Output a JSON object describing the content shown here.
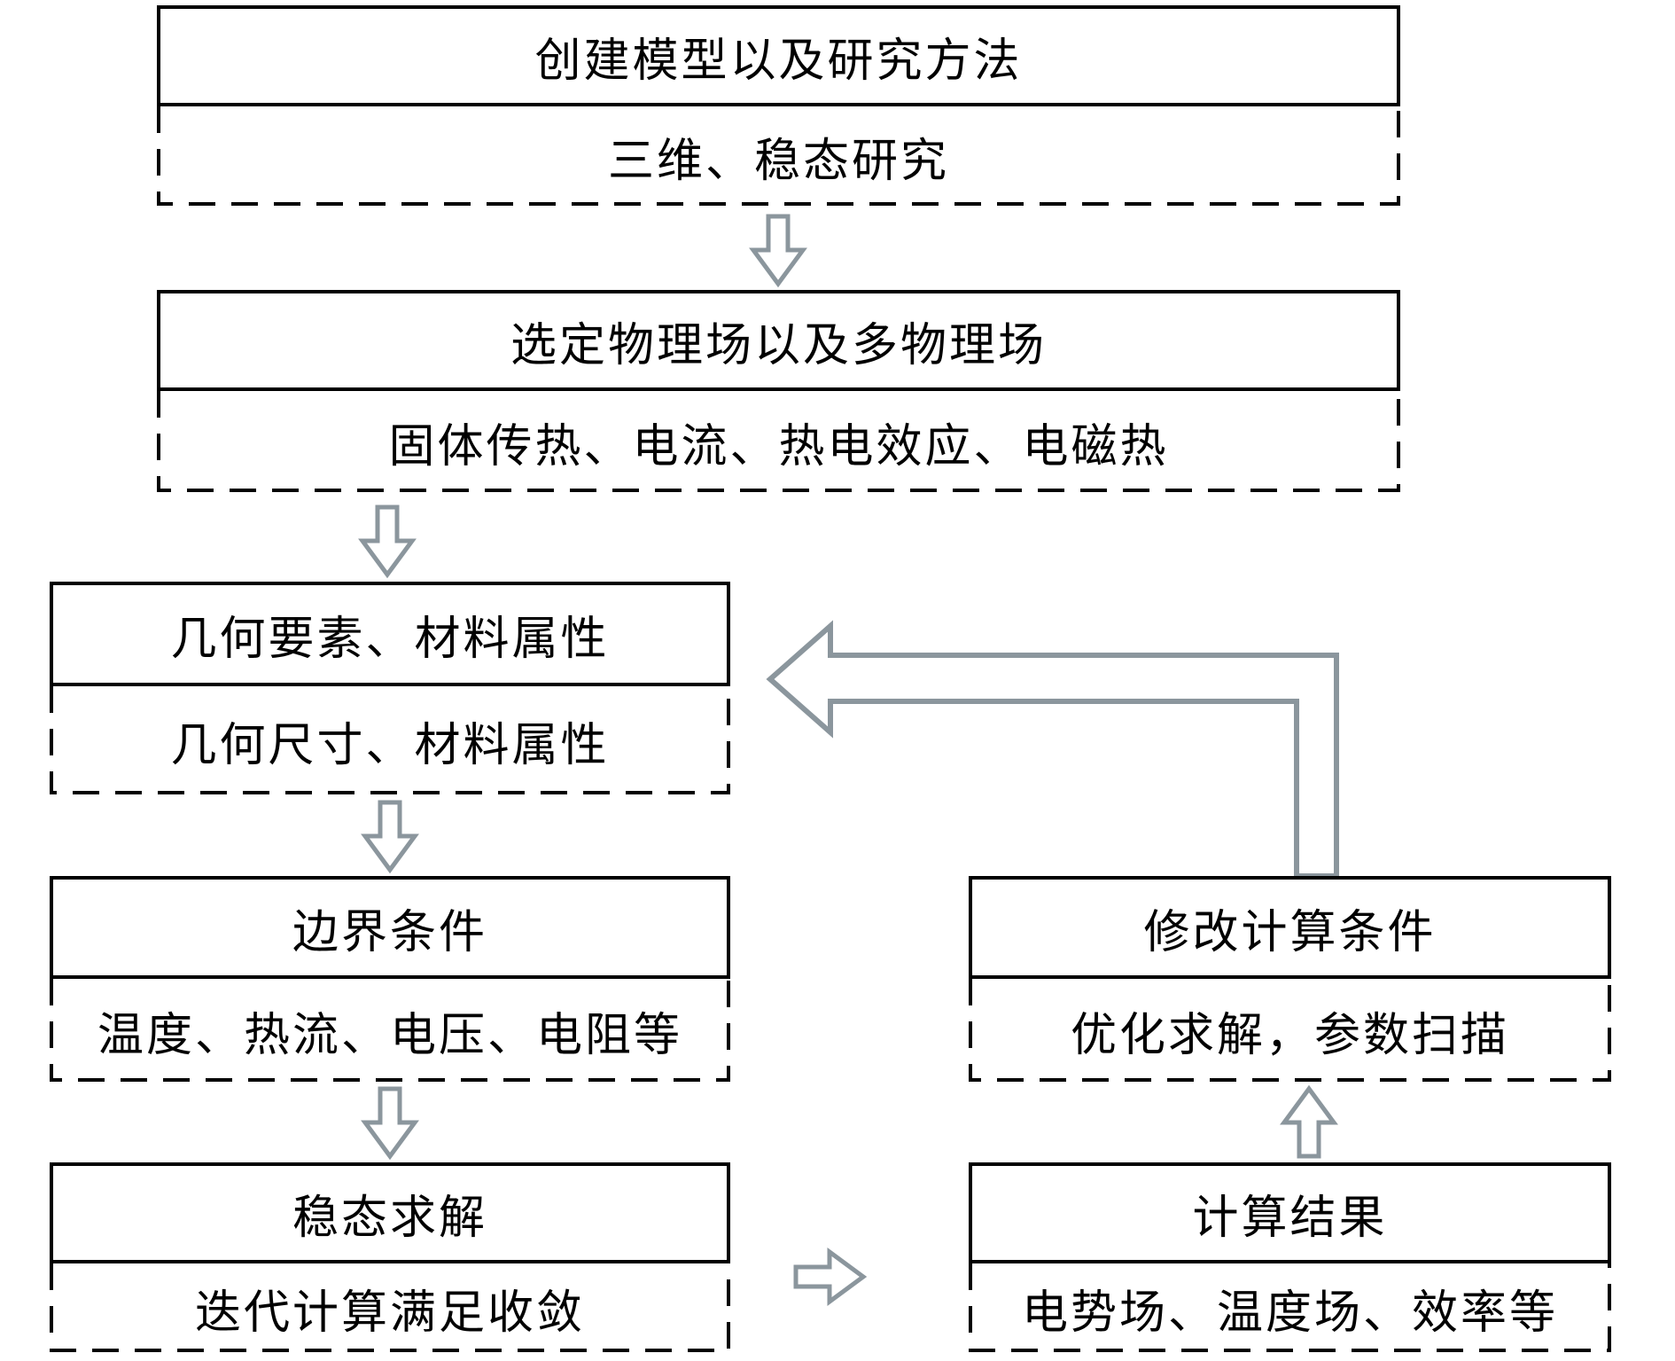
{
  "colors": {
    "box_border": "#000000",
    "arrow_outline": "#8b969d",
    "background": "#ffffff",
    "text": "#000000"
  },
  "nodes": [
    {
      "id": "create-model",
      "title": "创建模型以及研究方法",
      "detail": "三维、稳态研究"
    },
    {
      "id": "select-physics",
      "title": "选定物理场以及多物理场",
      "detail": "固体传热、电流、热电效应、电磁热"
    },
    {
      "id": "geometry-material",
      "title": "几何要素、材料属性",
      "detail": "几何尺寸、材料属性"
    },
    {
      "id": "boundary-conditions",
      "title": "边界条件",
      "detail": "温度、热流、电压、电阻等"
    },
    {
      "id": "steady-solve",
      "title": "稳态求解",
      "detail": "迭代计算满足收敛"
    },
    {
      "id": "modify-conditions",
      "title": "修改计算条件",
      "detail": "优化求解，参数扫描"
    },
    {
      "id": "results",
      "title": "计算结果",
      "detail": "电势场、温度场、效率等"
    }
  ]
}
